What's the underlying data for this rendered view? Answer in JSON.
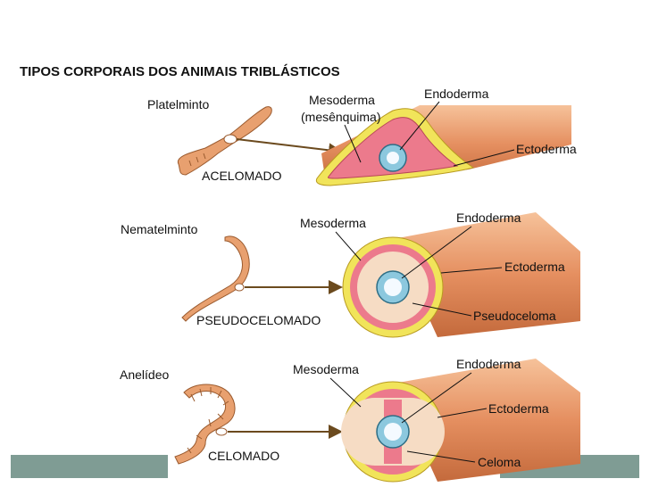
{
  "title": "TIPOS CORPORAIS DOS ANIMAIS TRIBLÁSTICOS",
  "sections": [
    {
      "animal": "Platelminto",
      "type": "ACELOMADO",
      "labels": {
        "mesoderm_line1": "Mesoderma",
        "mesoderm_line2": "(mesênquima)",
        "endoderm": "Endoderma",
        "ectoderm": "Ectoderma"
      }
    },
    {
      "animal": "Nematelminto",
      "type": "PSEUDOCELOMADO",
      "labels": {
        "mesoderm": "Mesoderma",
        "endoderm": "Endoderma",
        "ectoderm": "Ectoderma",
        "cavity": "Pseudoceloma"
      }
    },
    {
      "animal": "Anelídeo",
      "type": "CELOMADO",
      "labels": {
        "mesoderm": "Mesoderma",
        "endoderm": "Endoderma",
        "ectoderm": "Ectoderma",
        "cavity": "Celoma"
      }
    }
  ],
  "colors": {
    "ectoderm": "#f1e45a",
    "mesoderm": "#ec7a8c",
    "endoderm": "#8cc8de",
    "tissue": "#f2b79a",
    "body": "#e8a06f",
    "arrow": "#6b4a1e",
    "band": "#7f9c94"
  }
}
